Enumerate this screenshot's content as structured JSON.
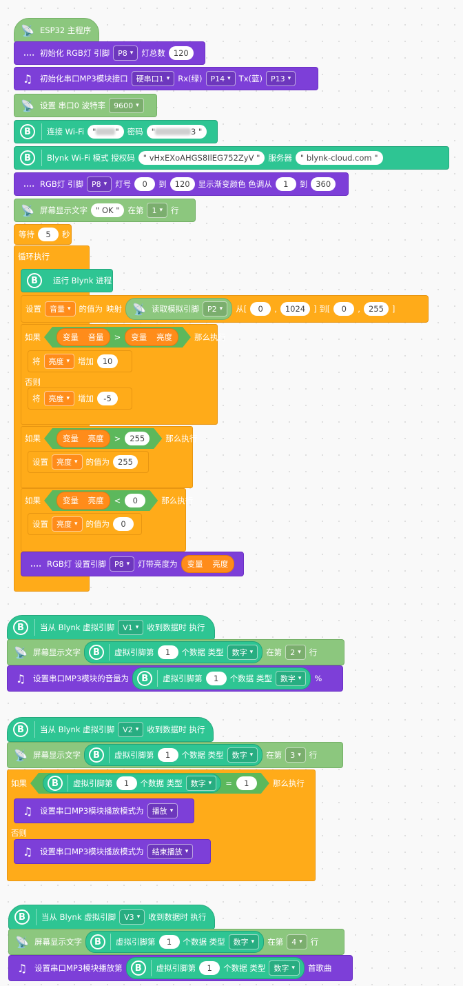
{
  "main": {
    "hat": "ESP32 主程序",
    "rgb_init": {
      "label": "初始化 RGB灯 引脚",
      "pin": "P8",
      "count_label": "灯总数",
      "count": "120"
    },
    "mp3_init": {
      "label": "初始化串口MP3模块接口",
      "port": "硬串口1",
      "rx_label": "Rx(绿)",
      "rx": "P14",
      "tx_label": "Tx(蓝)",
      "tx": "P13"
    },
    "serial": {
      "label": "设置 串口0 波特率",
      "baud": "9600"
    },
    "wifi": {
      "label": "连接 Wi-Fi",
      "ssid_q1": "\"",
      "ssid_q2": "\"",
      "pwd_label": "密码",
      "pwd_q1": "\"",
      "pwd_tail": "3 \""
    },
    "blynk": {
      "label": "Blynk Wi-Fi 模式 授权码",
      "token": "\"  vHxEXoAHGS8IlEG752ZyV \"",
      "server_label": "服务器",
      "server": "\" blynk-cloud.com \""
    },
    "rgb_grad": {
      "label": "RGB灯 引脚",
      "pin": "P8",
      "num_label": "灯号",
      "from": "0",
      "to_label": "到",
      "to": "120",
      "show_label": "显示渐变颜色 色调从",
      "hue_from": "1",
      "hue_to_label": "到",
      "hue_to": "360"
    },
    "screen": {
      "label": "屏幕显示文字",
      "text": "\" OK \"",
      "row_label": "在第",
      "row": "1",
      "row_suffix": "行"
    },
    "wait": {
      "label": "等待",
      "value": "5",
      "unit": "秒"
    },
    "loop": {
      "label": "循环执行",
      "run_blynk": "运行 Blynk 进程",
      "set_vol": {
        "label": "设置",
        "var": "音量",
        "value_label": "的值为",
        "map_label": "映射",
        "read_label": "读取模拟引脚",
        "pin": "P2",
        "from_label": "从[",
        "a": "0",
        "comma": ",",
        "b": "1024",
        "to_label": "] 到[",
        "c": "0",
        "d": "255",
        "close": "]"
      },
      "if1": {
        "if_label": "如果",
        "var_label": "变量",
        "lhs": "音量",
        "op": ">",
        "rhs_var_label": "变量",
        "rhs": "亮度",
        "then": "那么执行",
        "inc_label": "将",
        "var": "亮度",
        "inc_word": "增加",
        "inc": "10",
        "else_label": "否则",
        "dec": "-5"
      },
      "if2": {
        "if_label": "如果",
        "var_label": "变量",
        "lhs": "亮度",
        "op": ">",
        "rhs": "255",
        "then": "那么执行",
        "set_label": "设置",
        "var": "亮度",
        "value_label": "的值为",
        "value": "255"
      },
      "if3": {
        "if_label": "如果",
        "var_label": "变量",
        "lhs": "亮度",
        "op": "<",
        "rhs": "0",
        "then": "那么执行",
        "set_label": "设置",
        "var": "亮度",
        "value_label": "的值为",
        "value": "0"
      },
      "rgb_set": {
        "label": "RGB灯 设置引脚",
        "pin": "P8",
        "mid": "灯带亮度为",
        "var_label": "变量",
        "var": "亮度"
      }
    }
  },
  "v1": {
    "hat": {
      "label": "当从 Blynk 虚拟引脚",
      "pin": "V1",
      "suffix": "收到数据时 执行"
    },
    "screen": {
      "label": "屏幕显示文字",
      "vlabel": "虚拟引脚第",
      "idx": "1",
      "type_label": "个数据 类型",
      "type": "数字",
      "row_label": "在第",
      "row": "2",
      "row_suffix": "行"
    },
    "volume": {
      "label": "设置串口MP3模块的音量为",
      "vlabel": "虚拟引脚第",
      "idx": "1",
      "type_label": "个数据 类型",
      "type": "数字",
      "suffix": "%"
    }
  },
  "v2": {
    "hat": {
      "label": "当从 Blynk 虚拟引脚",
      "pin": "V2",
      "suffix": "收到数据时 执行"
    },
    "screen": {
      "label": "屏幕显示文字",
      "vlabel": "虚拟引脚第",
      "idx": "1",
      "type_label": "个数据 类型",
      "type": "数字",
      "row_label": "在第",
      "row": "3",
      "row_suffix": "行"
    },
    "if": {
      "if_label": "如果",
      "vlabel": "虚拟引脚第",
      "idx": "1",
      "type_label": "个数据 类型",
      "type": "数字",
      "op": "=",
      "rhs": "1",
      "then": "那么执行",
      "play_label": "设置串口MP3模块播放模式为",
      "play": "播放",
      "else_label": "否则",
      "stop": "结束播放"
    }
  },
  "v3": {
    "hat": {
      "label": "当从 Blynk 虚拟引脚",
      "pin": "V3",
      "suffix": "收到数据时 执行"
    },
    "screen": {
      "label": "屏幕显示文字",
      "vlabel": "虚拟引脚第",
      "idx": "1",
      "type_label": "个数据 类型",
      "type": "数字",
      "row_label": "在第",
      "row": "4",
      "row_suffix": "行"
    },
    "track": {
      "label": "设置串口MP3模块播放第",
      "vlabel": "虚拟引脚第",
      "idx": "1",
      "type_label": "个数据 类型",
      "type": "数字",
      "suffix": "首歌曲"
    }
  },
  "colors": {
    "board": "#8cc77e",
    "rgb": "#7d3fd8",
    "blynk": "#2ec593",
    "control": "#ffab19",
    "variable": "#ff8c1a"
  },
  "icons": {
    "board": "satellite-dish-icon",
    "rgb": "led-strip-icon",
    "mp3": "music-note-icon",
    "blynk": "blynk-b-icon"
  }
}
